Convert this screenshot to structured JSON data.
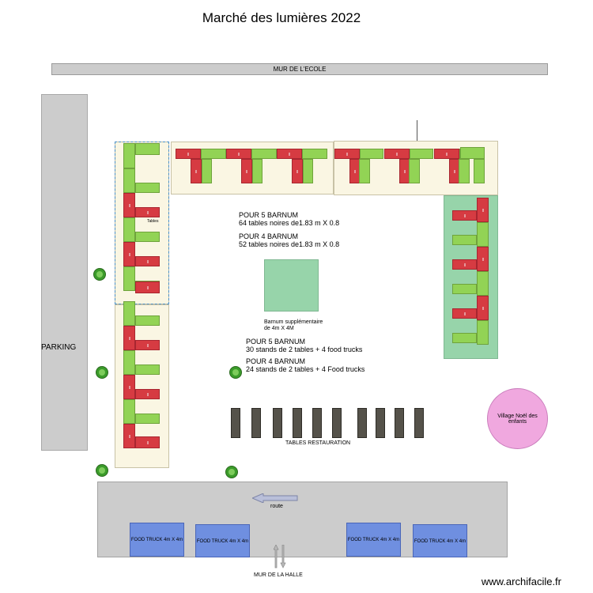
{
  "title": "Marché des lumières 2022",
  "labels": {
    "wall_top": "MUR DE L'ECOLE",
    "parking": "PARKING",
    "wall_bottom": "MUR DE LA HALLE",
    "route": "route",
    "tables_restauration": "TABLES RESTAURATION",
    "village": "Village Noël des enfants",
    "small_left": "Tables",
    "barnum_line1": "Barnum supplémentaire",
    "barnum_line2": "de 4m X 4M",
    "watermark": "www.archifacile.fr"
  },
  "notes": [
    {
      "heading": "POUR 5 BARNUM",
      "text": "64 tables noires de1.83 m X 0.8"
    },
    {
      "heading": "POUR 4 BARNUM",
      "text": "52 tables noires de1.83 m X 0.8"
    },
    {
      "heading": "POUR 5 BARNUM",
      "text": "30 stands de 2 tables + 4 food trucks"
    },
    {
      "heading": "POUR 4 BARNUM",
      "text": "24 stands de 2 tables + 4 Food trucks"
    }
  ],
  "food_trucks": [
    "FOOD TRUCK 4m X 4m",
    "FOOD TRUCK 4m X 4m",
    "FOOD TRUCK 4m X 4m",
    "FOOD TRUCK 4m X 4m"
  ],
  "colors": {
    "table_green": "#92d355",
    "table_red": "#d63b42",
    "tent_floor": "#faf6e3",
    "tent_green": "#97d4aa",
    "food_truck": "#6f8fe0",
    "village": "#f0a8df",
    "wall": "#cccccc"
  }
}
